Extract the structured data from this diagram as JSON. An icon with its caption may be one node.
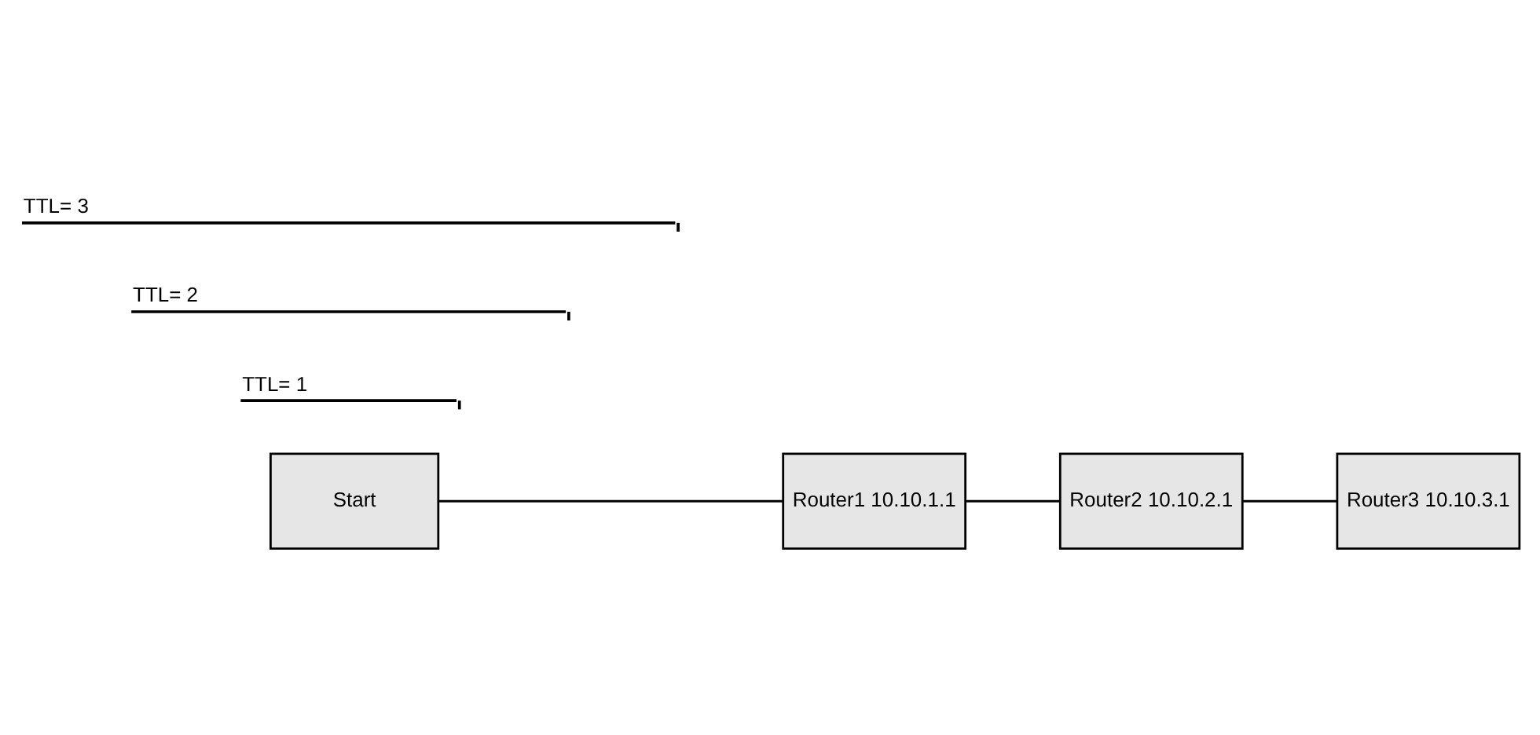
{
  "diagram": {
    "nodes": [
      {
        "text": [
          "Start"
        ]
      },
      {
        "text": [
          "Router1 10.10.1.1"
        ]
      },
      {
        "text": [
          "Router2 10.10.2.1"
        ]
      },
      {
        "text": [
          "Router3 10.10.3.1"
        ]
      }
    ],
    "edges": [
      {
        "from": 0,
        "to": 1,
        "arrow": "none"
      },
      {
        "from": 1,
        "to": 2,
        "arrow": "none"
      },
      {
        "from": 2,
        "to": 3,
        "arrow": "none"
      }
    ],
    "labels": [
      "TTL= 1",
      "TTL= 2",
      "TTL= 3"
    ]
  }
}
